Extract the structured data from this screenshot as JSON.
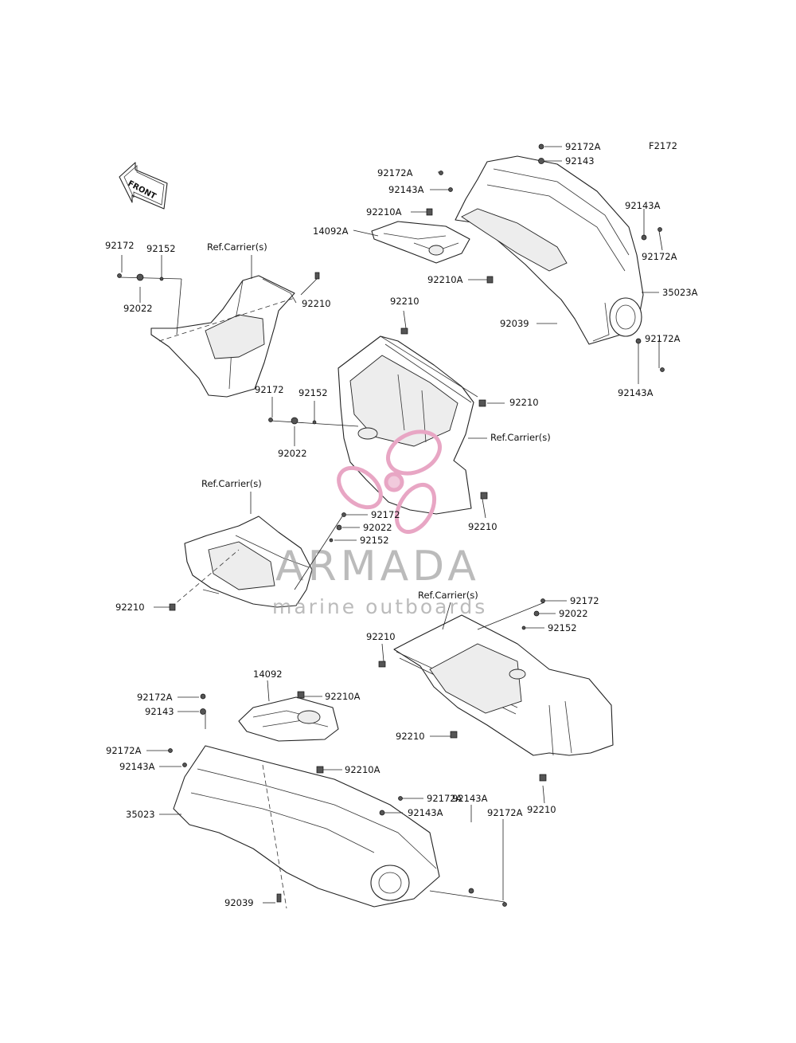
{
  "diagram": {
    "figure_code": "F2172",
    "front_label": "FRONT",
    "watermark": {
      "title": "ARMADA",
      "subtitle": "marine outboards",
      "logo_name": "armada-propeller-logo",
      "logo_color": "#e8a6c4",
      "text_color": "#9e9e9e"
    },
    "labels": {
      "l01": "92172A",
      "l02": "92143",
      "l03": "92172A",
      "l04": "92143A",
      "l05": "92210A",
      "l06": "14092A",
      "l07": "92210A",
      "l08": "92143A",
      "l09": "92172A",
      "l10": "35023A",
      "l11": "92039",
      "l12": "92172A",
      "l13": "92143A",
      "l14": "92172",
      "l15": "92152",
      "l16": "Ref.Carrier(s)",
      "l17": "92022",
      "l18": "92210",
      "l19": "92210",
      "l20": "92210",
      "l21": "92172",
      "l22": "92152",
      "l23": "Ref.Carrier(s)",
      "l24": "92022",
      "l25": "92210",
      "l26": "Ref.Carrier(s)",
      "l27": "92172",
      "l28": "92022",
      "l29": "92152",
      "l30": "92210",
      "l31": "Ref.Carrier(s)",
      "l32": "92172",
      "l33": "92022",
      "l34": "92152",
      "l35": "92210",
      "l36": "92210",
      "l37": "92210",
      "l38": "14092",
      "l39": "92172A",
      "l40": "92210A",
      "l41": "92143",
      "l42": "92172A",
      "l43": "92143A",
      "l44": "92210A",
      "l45": "92172A",
      "l46": "92143A",
      "l47": "35023",
      "l48": "92143A",
      "l49": "92172A",
      "l50": "92039"
    }
  }
}
